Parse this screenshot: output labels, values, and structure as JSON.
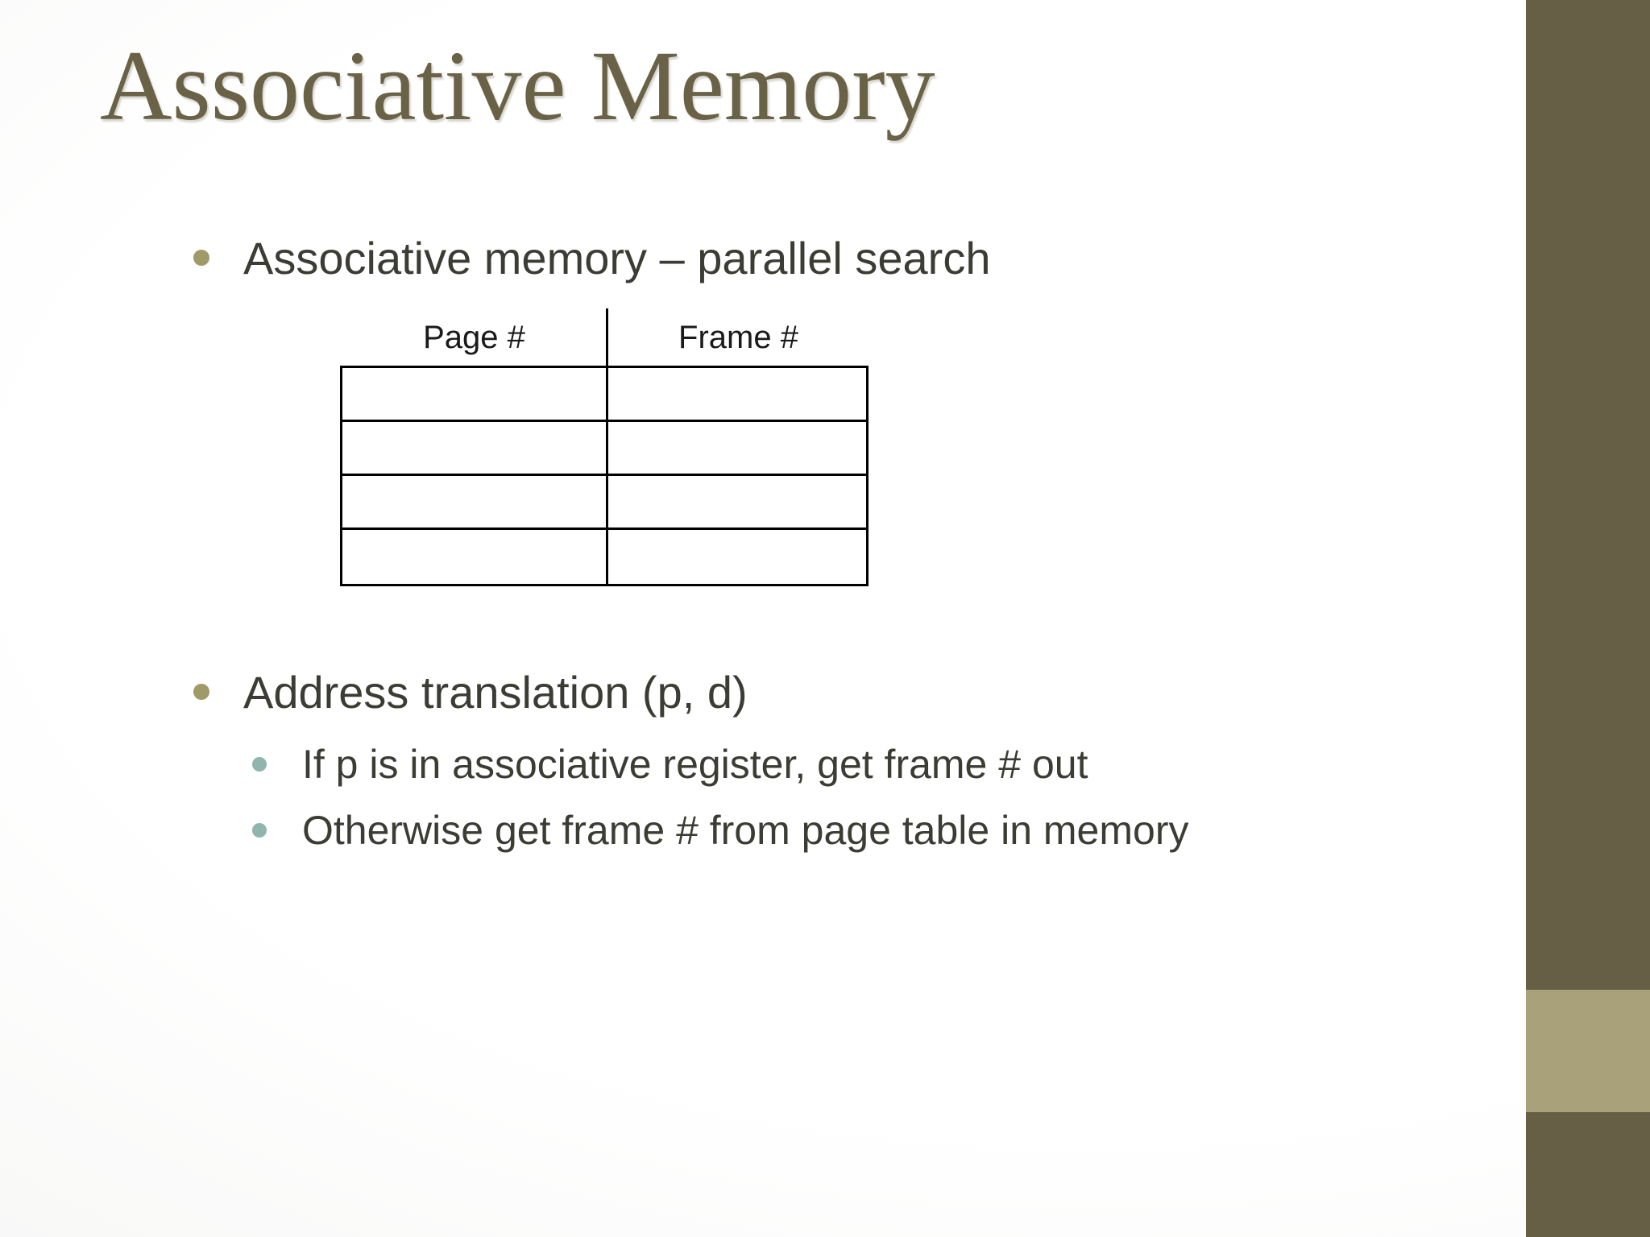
{
  "slide": {
    "title": "Associative Memory",
    "bullets": {
      "b1": {
        "level": 1,
        "text": "Associative memory – parallel search"
      },
      "b2": {
        "level": 1,
        "text": "Address translation (p, d)"
      },
      "s1": {
        "level": 2,
        "text": "If p is in associative register, get frame # out"
      },
      "s2": {
        "level": 2,
        "text": "Otherwise get frame # from page table in memory"
      }
    },
    "table": {
      "columns": [
        "Page #",
        "Frame #"
      ],
      "rows": 4,
      "cells": [
        [
          "",
          ""
        ],
        [
          "",
          ""
        ],
        [
          "",
          ""
        ],
        [
          "",
          ""
        ]
      ]
    },
    "colors": {
      "title": "#6A6246",
      "body_text": "#3C3C35",
      "table_text": "#1A1A1A",
      "table_line": "#000000",
      "bullet_level1": "#A09968",
      "bullet_level2": "#8FB5AD",
      "stripe_dark": "#665E45",
      "stripe_light": "#A9A179"
    }
  }
}
